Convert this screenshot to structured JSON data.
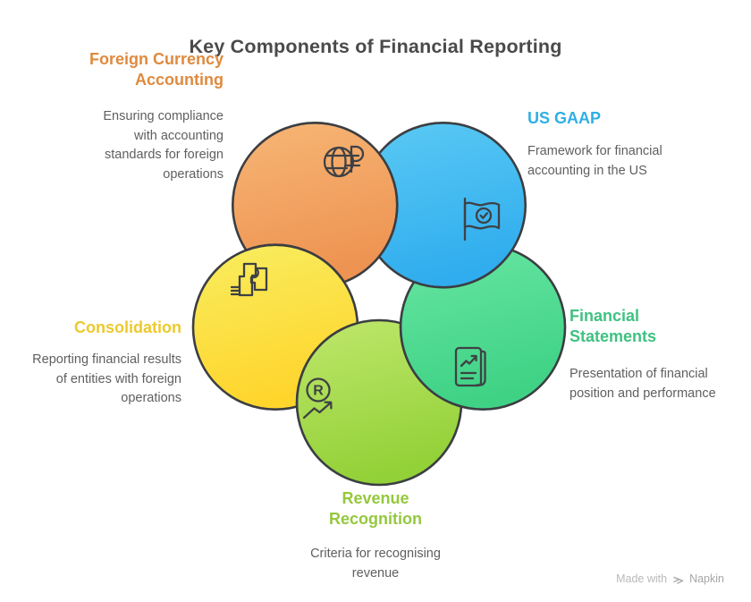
{
  "title": "Key Components of Financial Reporting",
  "outline_color": "#3b3e42",
  "icon_stroke": "#3e4145",
  "items": [
    {
      "key": "foreign-currency-accounting",
      "label": "Foreign Currency Accounting",
      "description": "Ensuring compliance with accounting standards for foreign operations",
      "heading_color": "#df8a3e",
      "gradient": [
        "#f7b676",
        "#ee9351"
      ],
      "icon": "globe-currency-icon"
    },
    {
      "key": "us-gaap",
      "label": "US GAAP",
      "description": "Framework for financial accounting in the US",
      "heading_color": "#2fafe4",
      "gradient": [
        "#5bcaf4",
        "#30adee"
      ],
      "icon": "flag-check-icon"
    },
    {
      "key": "financial-statements",
      "label": "Financial Statements",
      "description": "Presentation of financial position and performance",
      "heading_color": "#3fc181",
      "gradient": [
        "#68e6a3",
        "#3fd285"
      ],
      "icon": "report-chart-icon"
    },
    {
      "key": "revenue-recognition",
      "label": "Revenue Recognition",
      "description": "Criteria for recognising revenue",
      "heading_color": "#95c83d",
      "gradient": [
        "#bfe76c",
        "#93d138"
      ],
      "icon": "revenue-arrow-icon"
    },
    {
      "key": "consolidation",
      "label": "Consolidation",
      "description": "Reporting financial results of entities with foreign operations",
      "heading_color": "#edc92e",
      "gradient": [
        "#f8ed60",
        "#ffd52c"
      ],
      "icon": "merge-entities-icon"
    }
  ],
  "watermark": {
    "prefix": "Made with",
    "brand": "Napkin"
  }
}
